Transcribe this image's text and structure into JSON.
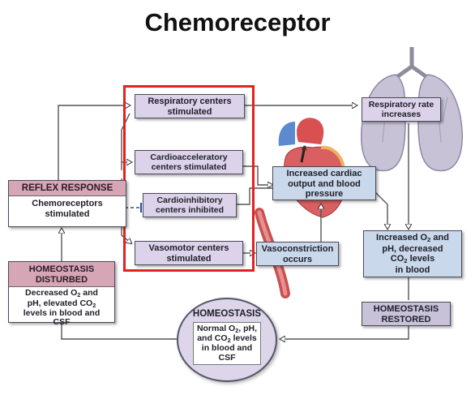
{
  "title": "Chemoreceptor",
  "colors": {
    "lavender_box": "#dcd3ea",
    "blue_box": "#c9d8ea",
    "highlight_frame": "#e52020",
    "dashed_inhibit_line": "#2a4a9a"
  },
  "boxes": {
    "respiratory_centers": "Respiratory centers stimulated",
    "cardioacceleratory": "Cardioacceleratory centers stimulated",
    "cardioinhibitory": "Cardioinhibitory centers inhibited",
    "vasomotor": "Vasomotor centers stimulated",
    "cardiac_output": "Increased cardiac output and blood pressure",
    "vasoconstriction": "Vasoconstriction occurs",
    "respiratory_rate": "Respiratory rate increases",
    "increased_o2": {
      "line1": "Increased O",
      "line1_sub": "2",
      "line1_end": " and",
      "line2": "pH, decreased",
      "line3": "CO",
      "line3_sub": "2",
      "line3_end": " levels",
      "line4": "in blood"
    },
    "homeostasis_restored": "HOMEOSTASIS RESTORED",
    "reflex_header": "REFLEX RESPONSE",
    "reflex_body": "Chemoreceptors stimulated",
    "disturbed_header": "HOMEOSTASIS DISTURBED",
    "disturbed_body": {
      "line1": "Decreased O",
      "line1_sub": "2",
      "line1_end": " and",
      "line2": "pH, elevated CO",
      "line2_sub": "2",
      "line3": "levels in blood and",
      "line4": "CSF"
    },
    "homeostasis_header": "HOMEOSTASIS",
    "homeostasis_body": {
      "line1": "Normal O",
      "line1_sub": "2",
      "line1_end": ", pH,",
      "line2": "and CO",
      "line2_sub": "2",
      "line2_end": " levels",
      "line3": "in blood and",
      "line4": "CSF"
    }
  },
  "icons": [
    "lungs-icon",
    "heart-icon",
    "blood-vessel-icon"
  ]
}
